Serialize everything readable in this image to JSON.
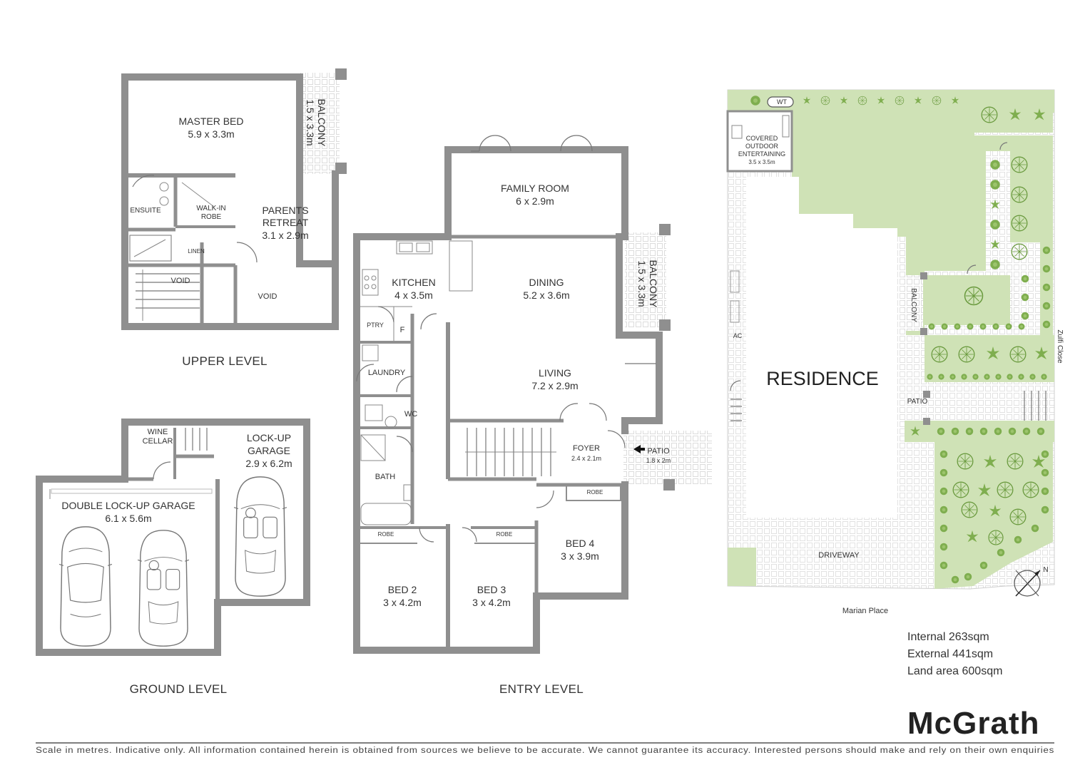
{
  "upper_level": {
    "title": "UPPER LEVEL",
    "master_bed": {
      "name": "MASTER BED",
      "size": "5.9 x 3.3m"
    },
    "balcony": {
      "name": "BALCONY",
      "size": "1.5 x 3.3m"
    },
    "ensuite": "ENSUITE",
    "walk_in_line1": "WALK-IN",
    "walk_in_line2": "ROBE",
    "parents_retreat": {
      "line1": "PARENTS",
      "line2": "RETREAT",
      "size": "3.1 x 2.9m"
    },
    "linen": "LINEN",
    "void_1": "VOID",
    "void_2": "VOID"
  },
  "ground_level": {
    "title": "GROUND LEVEL",
    "wine_cellar_line1": "WINE",
    "wine_cellar_line2": "CELLAR",
    "lockup_garage": {
      "line1": "LOCK-UP",
      "line2": "GARAGE",
      "size": "2.9 x 6.2m"
    },
    "double_garage": {
      "name": "DOUBLE LOCK-UP GARAGE",
      "size": "6.1 x 5.6m"
    }
  },
  "entry_level": {
    "title": "ENTRY LEVEL",
    "family_room": {
      "name": "FAMILY ROOM",
      "size": "6 x 2.9m"
    },
    "kitchen": {
      "name": "KITCHEN",
      "size": "4 x 3.5m"
    },
    "dining": {
      "name": "DINING",
      "size": "5.2 x 3.6m"
    },
    "balcony": {
      "name": "BALCONY",
      "size": "1.5 x 3.3m"
    },
    "pantry": "PTRY",
    "fridge": "F",
    "laundry": "LAUNDRY",
    "living": {
      "name": "LIVING",
      "size": "7.2 x 2.9m"
    },
    "wc": "WC",
    "foyer": {
      "name": "FOYER",
      "size": "2.4 x 2.1m"
    },
    "patio": {
      "name": "PATIO",
      "size": "1.8 x 2m"
    },
    "bath": "BATH",
    "robe_1": "ROBE",
    "robe_2": "ROBE",
    "robe_3": "ROBE",
    "bed_2": {
      "name": "BED 2",
      "size": "3 x 4.2m"
    },
    "bed_3": {
      "name": "BED 3",
      "size": "3 x 4.2m"
    },
    "bed_4": {
      "name": "BED 4",
      "size": "3 x 3.9m"
    }
  },
  "site_plan": {
    "wt": "WT",
    "covered_outdoor": {
      "line1": "COVERED",
      "line2": "OUTDOOR",
      "line3": "ENTERTAINING",
      "size": "3.5 x 3.5m"
    },
    "residence": "RESIDENCE",
    "ac": "AC",
    "balcony": "BALCONY",
    "patio": "PATIO",
    "driveway": "DRIVEWAY",
    "street_south": "Marian Place",
    "street_east": "Zulfi Close",
    "north": "N"
  },
  "areas": {
    "internal": "Internal 263sqm",
    "external": "External 441sqm",
    "land": "Land area 600sqm"
  },
  "brand": "McGrath",
  "disclaimer": "Scale in metres. Indicative only. All information contained herein is obtained from sources we believe to be accurate. We cannot guarantee its accuracy. Interested persons should make and rely on their own enquiries",
  "colors": {
    "wall": "#8f8f8f",
    "lawn": "#cfe2b6",
    "tree": "#7fae4f",
    "text": "#333333"
  }
}
